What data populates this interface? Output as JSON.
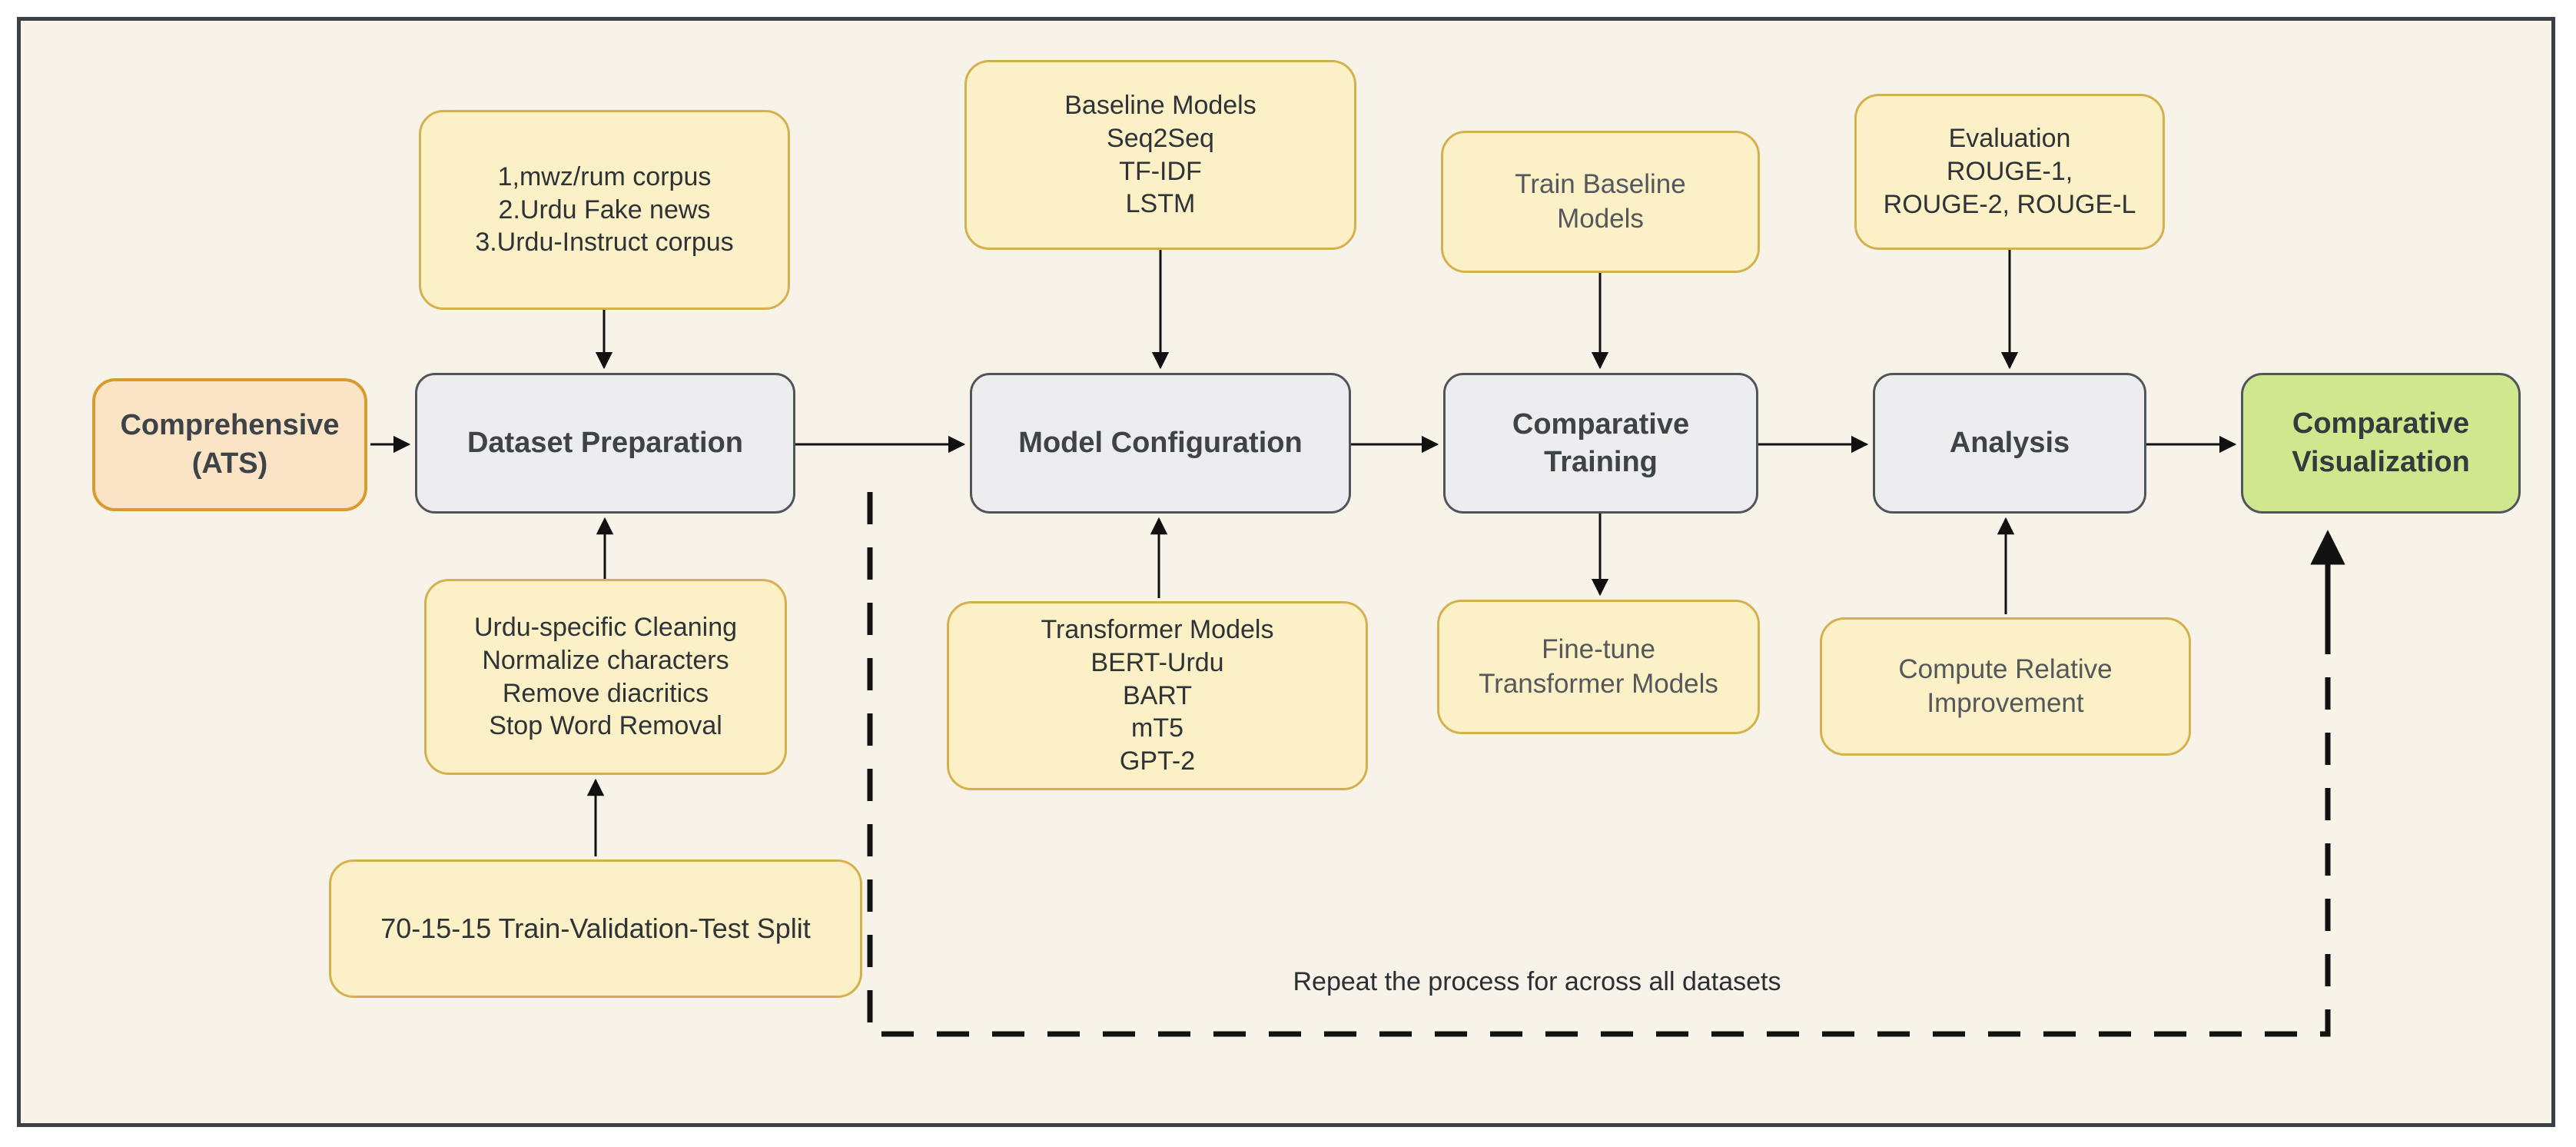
{
  "flow": {
    "start": {
      "label": "Comprehensive\n(ATS)"
    },
    "stages": [
      {
        "id": "dataset-preparation",
        "label": "Dataset Preparation"
      },
      {
        "id": "model-configuration",
        "label": "Model Configuration"
      },
      {
        "id": "comparative-training",
        "label": "Comparative\nTraining"
      },
      {
        "id": "analysis",
        "label": "Analysis"
      }
    ],
    "end": {
      "label": "Comparative\nVisualization"
    }
  },
  "notes": {
    "corpora": "1,mwz/rum corpus\n2.Urdu Fake news\n3.Urdu-Instruct corpus",
    "baseline_models": "Baseline Models\nSeq2Seq\nTF-IDF\nLSTM",
    "train_baseline": "Train Baseline\nModels",
    "evaluation": "Evaluation\nROUGE-1,\nROUGE-2, ROUGE-L",
    "cleaning": "Urdu-specific Cleaning\nNormalize characters\nRemove diacritics\nStop Word Removal",
    "split": "70-15-15 Train-Validation-Test Split",
    "transformer_models": "Transformer Models\nBERT-Urdu\nBART\nmT5\nGPT-2",
    "fine_tune": "Fine-tune\nTransformer Models",
    "compute_improvement": "Compute Relative\nImprovement"
  },
  "loop_label": "Repeat the process for across all datasets",
  "colors": {
    "background": "#f7f3e9",
    "frame_border": "#3a4046",
    "note_fill": "#fcf0c6",
    "note_stroke": "#d4b04f",
    "stage_fill": "#ededef",
    "stage_stroke": "#50555b",
    "start_fill": "#fbe3c6",
    "start_stroke": "#d79b2e",
    "end_fill": "#cfe88e",
    "end_stroke": "#50555b",
    "connector": "#111111"
  }
}
